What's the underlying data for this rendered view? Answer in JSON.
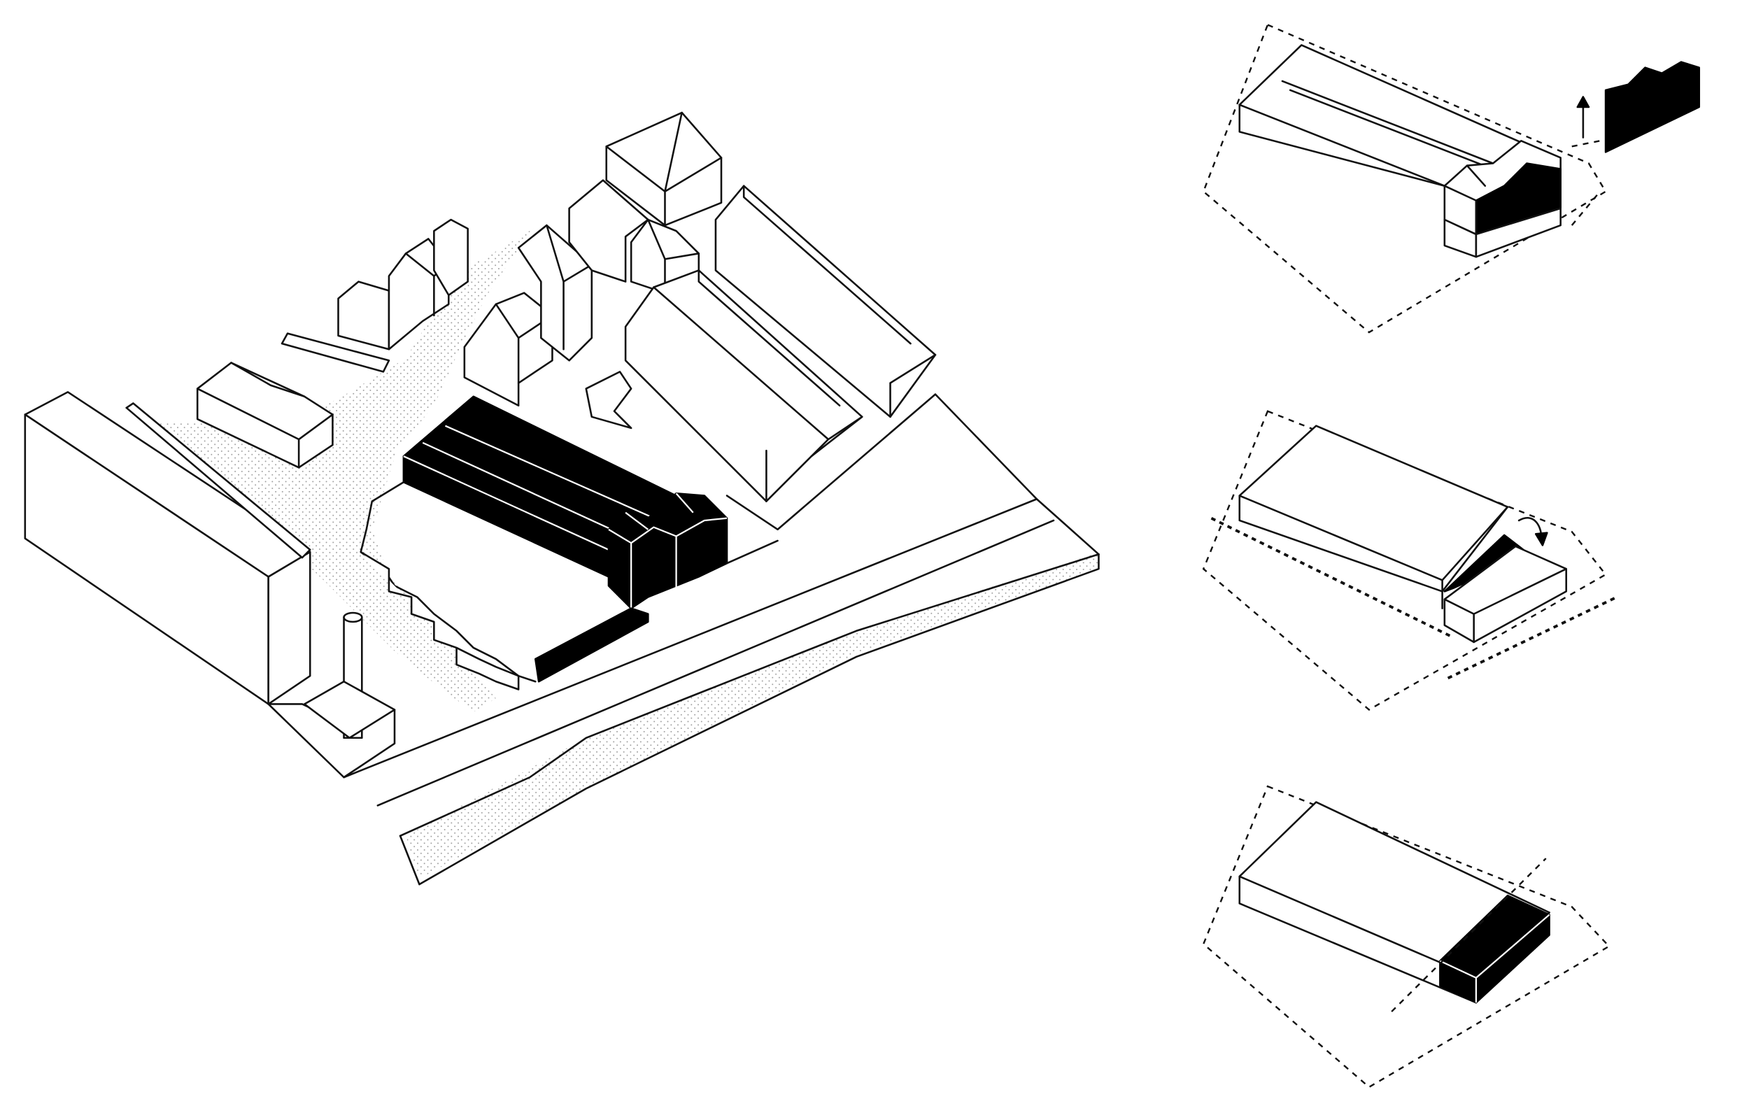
{
  "diagram": {
    "main_view": "site-axonometric",
    "steps": [
      "lift-and-remove-gabled-annex",
      "rotate-end-segment",
      "retain-new-end-block"
    ],
    "colors": {
      "line": "#111111",
      "highlight": "#000000",
      "background": "#ffffff",
      "stipple": "#bbbbbb"
    }
  }
}
